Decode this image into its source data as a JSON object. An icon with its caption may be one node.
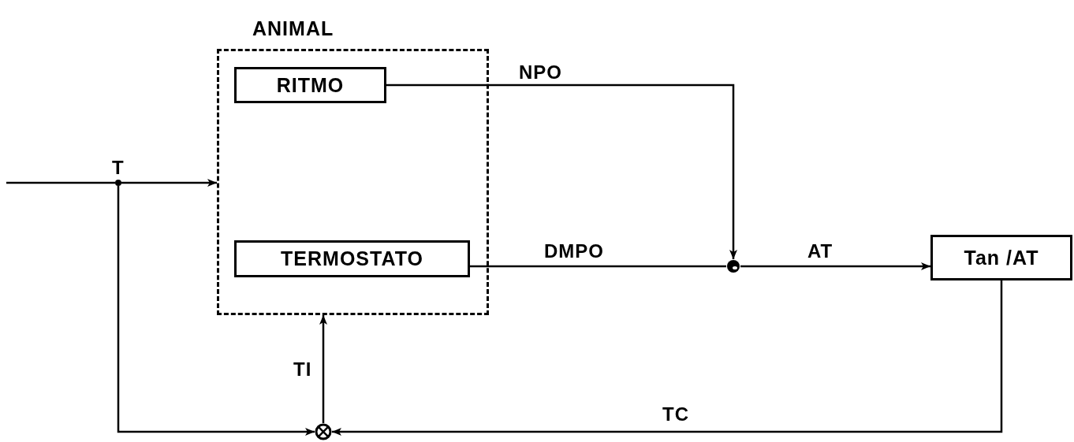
{
  "diagram": {
    "nodes": [
      {
        "text": [
          "ANIMAL"
        ]
      },
      {
        "text": [
          "RITMO"
        ],
        "in": 0
      },
      {
        "text": [
          "TERMOSTATO"
        ],
        "in": 0
      },
      {
        "text": [],
        "shape": "circle"
      },
      {
        "text": [
          "Tan /AT"
        ]
      },
      {
        "text": [],
        "shape": "circle"
      },
      {
        "text": [],
        "shape": "dot"
      }
    ],
    "edges": [
      {
        "from": null,
        "to": 6,
        "arrow": "none",
        "label": "T"
      },
      {
        "from": 6,
        "to": 0,
        "arrow": "to"
      },
      {
        "from": 6,
        "to": 5,
        "arrow": "to"
      },
      {
        "from": 1,
        "to": 3,
        "arrow": "to",
        "label": "NPO"
      },
      {
        "from": 2,
        "to": 3,
        "arrow": "none",
        "label": "DMPO"
      },
      {
        "from": 3,
        "to": 4,
        "arrow": "to",
        "label": "AT"
      },
      {
        "from": 4,
        "to": 5,
        "arrow": "to",
        "label": "TC"
      },
      {
        "from": 5,
        "to": 0,
        "arrow": "to",
        "label": "TI"
      }
    ]
  }
}
